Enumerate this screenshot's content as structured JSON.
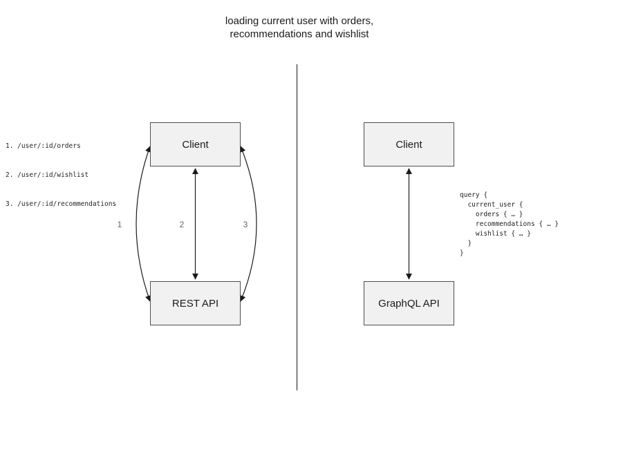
{
  "title": {
    "line1": "loading current user with orders,",
    "line2": "recommendations and wishlist"
  },
  "rest_panel": {
    "client_label": "Client",
    "api_label": "REST API",
    "endpoints": [
      "1. /user/:id/orders",
      "2. /user/:id/wishlist",
      "3. /user/:id/recommendations"
    ],
    "arrow_labels": [
      "1",
      "2",
      "3"
    ]
  },
  "graphql_panel": {
    "client_label": "Client",
    "api_label": "GraphQL API",
    "query": "query {\n  current_user {\n    orders { … }\n    recommendations { … }\n    wishlist { … }\n  }\n}"
  },
  "colors": {
    "box_fill": "#f1f1f1",
    "box_border": "#4d4d4d",
    "arrow_stroke": "#1a1a1a",
    "label_gray": "#666666",
    "divider": "#555555"
  }
}
